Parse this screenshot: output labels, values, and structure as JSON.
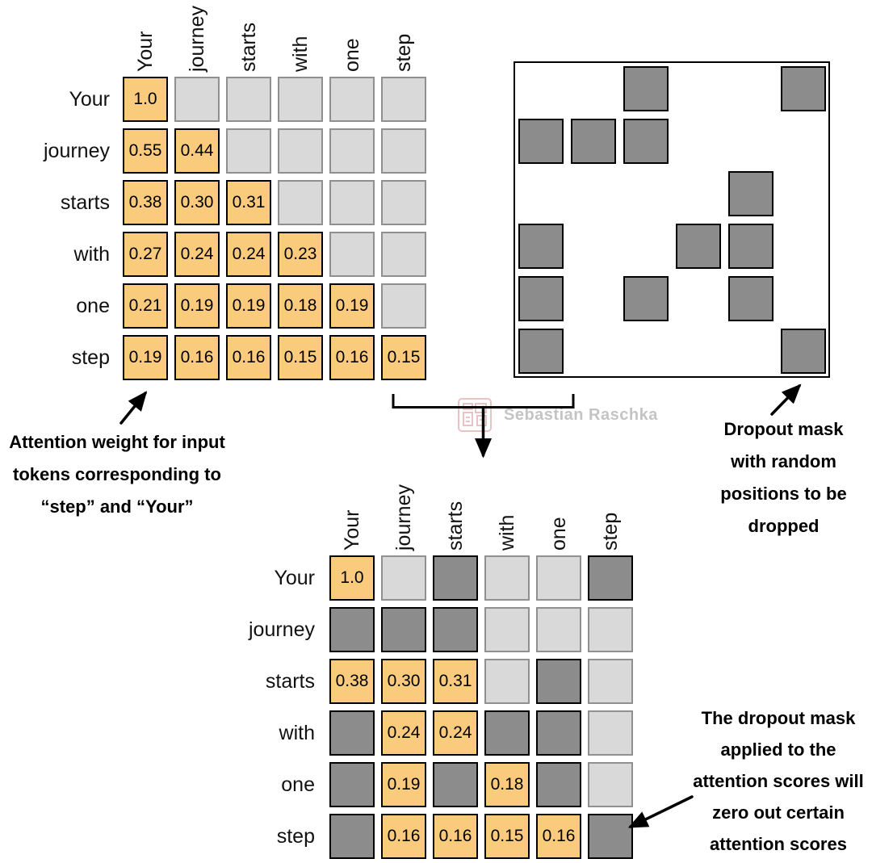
{
  "colors": {
    "orange": "#FBCB7D",
    "light_gray": "#D9D9D9",
    "light_gray_border": "#8F8F8F",
    "dark_gray": "#8C8C8C",
    "watermark_text": "#C4C4C4",
    "watermark_stamp": "#CE7B7B"
  },
  "tokens": [
    "Your",
    "journey",
    "starts",
    "with",
    "one",
    "step"
  ],
  "top_matrix": {
    "rows": [
      [
        "1.0",
        ".",
        ".",
        ".",
        ".",
        "."
      ],
      [
        "0.55",
        "0.44",
        ".",
        ".",
        ".",
        "."
      ],
      [
        "0.38",
        "0.30",
        "0.31",
        ".",
        ".",
        "."
      ],
      [
        "0.27",
        "0.24",
        "0.24",
        "0.23",
        ".",
        "."
      ],
      [
        "0.21",
        "0.19",
        "0.19",
        "0.18",
        "0.19",
        "."
      ],
      [
        "0.19",
        "0.16",
        "0.16",
        "0.15",
        "0.16",
        "0.15"
      ]
    ]
  },
  "dropout_mask": {
    "rows": [
      [
        ".",
        ".",
        "X",
        ".",
        ".",
        "X"
      ],
      [
        "X",
        "X",
        "X",
        ".",
        ".",
        "."
      ],
      [
        ".",
        ".",
        ".",
        ".",
        "X",
        "."
      ],
      [
        "X",
        ".",
        ".",
        "X",
        "X",
        "."
      ],
      [
        "X",
        ".",
        "X",
        ".",
        "X",
        "."
      ],
      [
        "X",
        ".",
        ".",
        ".",
        ".",
        "X"
      ]
    ]
  },
  "bottom_matrix": {
    "rows": [
      [
        "1.0",
        ".",
        "X",
        ".",
        ".",
        "X"
      ],
      [
        "X",
        "X",
        "X",
        ".",
        ".",
        "."
      ],
      [
        "0.38",
        "0.30",
        "0.31",
        ".",
        "X",
        "."
      ],
      [
        "X",
        "0.24",
        "0.24",
        "X",
        "X",
        "."
      ],
      [
        "X",
        "0.19",
        "X",
        "0.18",
        "X",
        "."
      ],
      [
        "X",
        "0.16",
        "0.16",
        "0.15",
        "0.16",
        "X"
      ]
    ]
  },
  "annotations": {
    "left": {
      "lines": [
        "Attention weight for input",
        "tokens corresponding to",
        "“step” and “Your”"
      ]
    },
    "right": {
      "lines": [
        "Dropout mask",
        "with random",
        "positions to be",
        "dropped"
      ]
    },
    "bottom_right": {
      "lines": [
        "The dropout mask",
        "applied to the",
        "attention scores will",
        "zero out certain",
        "attention scores"
      ]
    }
  },
  "watermark": {
    "text": "Sebastian Raschka"
  }
}
